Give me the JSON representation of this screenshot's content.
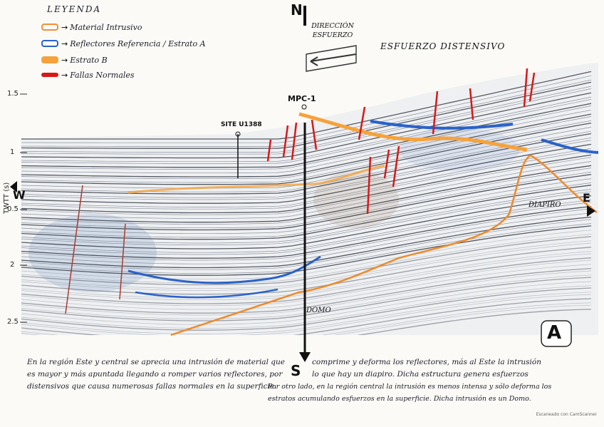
{
  "legend": {
    "title": "LEYENDA",
    "items": [
      {
        "label": "Material Intrusivo",
        "color": "#f0903a",
        "fill": "none"
      },
      {
        "label": "Reflectores Referencia / Estrato A",
        "color": "#2a62c8",
        "fill": "none"
      },
      {
        "label": "Estrato B",
        "color": "#f5a23c",
        "fill": "#f5a23c"
      },
      {
        "label": "Fallas Normales",
        "color": "#d81818",
        "fill": "#d81818"
      }
    ]
  },
  "compass": {
    "north": "N",
    "south": "S",
    "west": "W",
    "east": "E"
  },
  "annotations": {
    "direccion_esfuerzo": "DIRECCIÓN ESFUERZO",
    "esfuerzo_distensivo": "ESFUERZO DISTENSIVO",
    "site": "SITE U1388",
    "mpc": "MPC-1",
    "diapiro": "DIAPIRO",
    "domo": "DOMO",
    "panel_letter": "A"
  },
  "y_axis": {
    "label": "TWTT (s)",
    "ticks": [
      "0.5",
      "1",
      "1.5",
      "2",
      "2.5"
    ]
  },
  "notes": [
    "En la región Este y central se aprecia una intrusión de material que",
    "es mayor y más apuntada llegando a romper varios reflectores, por",
    "distensivos que causa numerosas fallas normales en la superficie.",
    "comprime y deforma los reflectores, más al Este la intrusión",
    "lo que hay un diapiro. Dicha estructura genera esfuerzos",
    "Por otro lado, en la región central la intrusión es menos intensa y sólo deforma los",
    "estratos acumulando esfuerzos en la superficie. Dicha intrusión es un Domo."
  ],
  "footer": "Escaneado con CamScanner",
  "colors": {
    "fault": "#d81818",
    "reflector": "#2a62c8",
    "estrato": "#f5a23c",
    "intrusivo": "#ef8a2a"
  }
}
